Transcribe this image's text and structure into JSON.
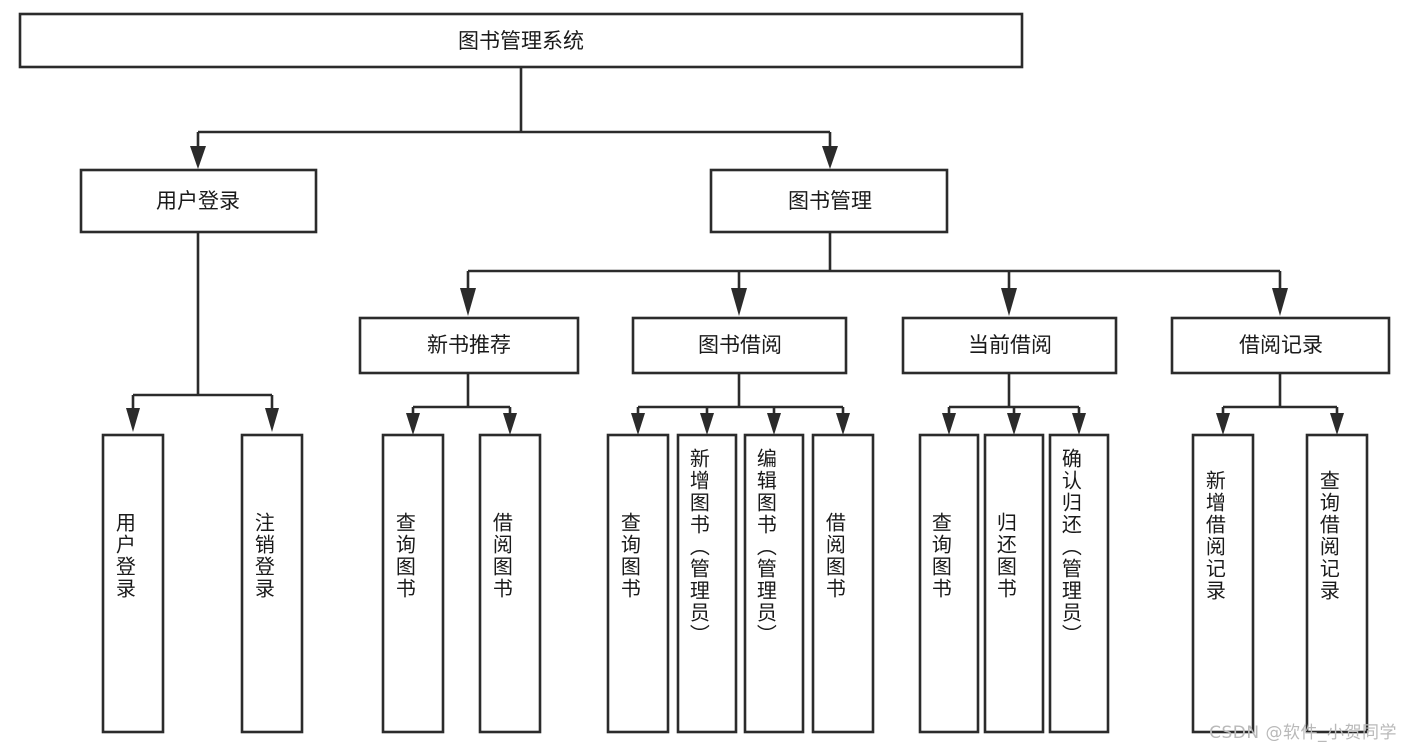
{
  "diagram": {
    "type": "tree",
    "title": "图书管理系统",
    "root": {
      "id": "root",
      "label": "图书管理系统",
      "orientation": "horizontal"
    },
    "level2": [
      {
        "id": "user-login",
        "label": "用户登录",
        "orientation": "horizontal"
      },
      {
        "id": "book-management",
        "label": "图书管理",
        "orientation": "horizontal"
      }
    ],
    "level3": [
      {
        "id": "new-book-recommend",
        "label": "新书推荐",
        "orientation": "horizontal",
        "parent": "book-management"
      },
      {
        "id": "book-borrow",
        "label": "图书借阅",
        "orientation": "horizontal",
        "parent": "book-management"
      },
      {
        "id": "current-borrow",
        "label": "当前借阅",
        "orientation": "horizontal",
        "parent": "book-management"
      },
      {
        "id": "borrow-record",
        "label": "借阅记录",
        "orientation": "horizontal",
        "parent": "book-management"
      }
    ],
    "leaves": [
      {
        "id": "leaf-user-login",
        "label": "用户登录",
        "orientation": "vertical",
        "parent": "user-login"
      },
      {
        "id": "leaf-user-logout",
        "label": "注销登录",
        "orientation": "vertical",
        "parent": "user-login"
      },
      {
        "id": "leaf-query-book-1",
        "label": "查询图书",
        "orientation": "vertical",
        "parent": "new-book-recommend"
      },
      {
        "id": "leaf-borrow-book-1",
        "label": "借阅图书",
        "orientation": "vertical",
        "parent": "new-book-recommend"
      },
      {
        "id": "leaf-query-book-2",
        "label": "查询图书",
        "orientation": "vertical",
        "parent": "book-borrow"
      },
      {
        "id": "leaf-add-book",
        "label": "新增图书（管理员）",
        "orientation": "vertical",
        "parent": "book-borrow"
      },
      {
        "id": "leaf-edit-book",
        "label": "编辑图书（管理员）",
        "orientation": "vertical",
        "parent": "book-borrow"
      },
      {
        "id": "leaf-borrow-book-2",
        "label": "借阅图书",
        "orientation": "vertical",
        "parent": "book-borrow"
      },
      {
        "id": "leaf-query-book-3",
        "label": "查询图书",
        "orientation": "vertical",
        "parent": "current-borrow"
      },
      {
        "id": "leaf-return-book",
        "label": "归还图书",
        "orientation": "vertical",
        "parent": "current-borrow"
      },
      {
        "id": "leaf-confirm-return",
        "label": "确认归还（管理员）",
        "orientation": "vertical",
        "parent": "current-borrow"
      },
      {
        "id": "leaf-add-record",
        "label": "新增借阅记录",
        "orientation": "vertical",
        "parent": "borrow-record"
      },
      {
        "id": "leaf-query-record",
        "label": "查询借阅记录",
        "orientation": "vertical",
        "parent": "borrow-record"
      }
    ],
    "colors": {
      "background": "#ffffff",
      "box_fill": "#ffffff",
      "box_stroke": "#2b2b2b",
      "text": "#1a1a1a",
      "watermark": "#b9b9b9"
    }
  },
  "watermark": {
    "text": "CSDN @软件_小贺同学"
  }
}
